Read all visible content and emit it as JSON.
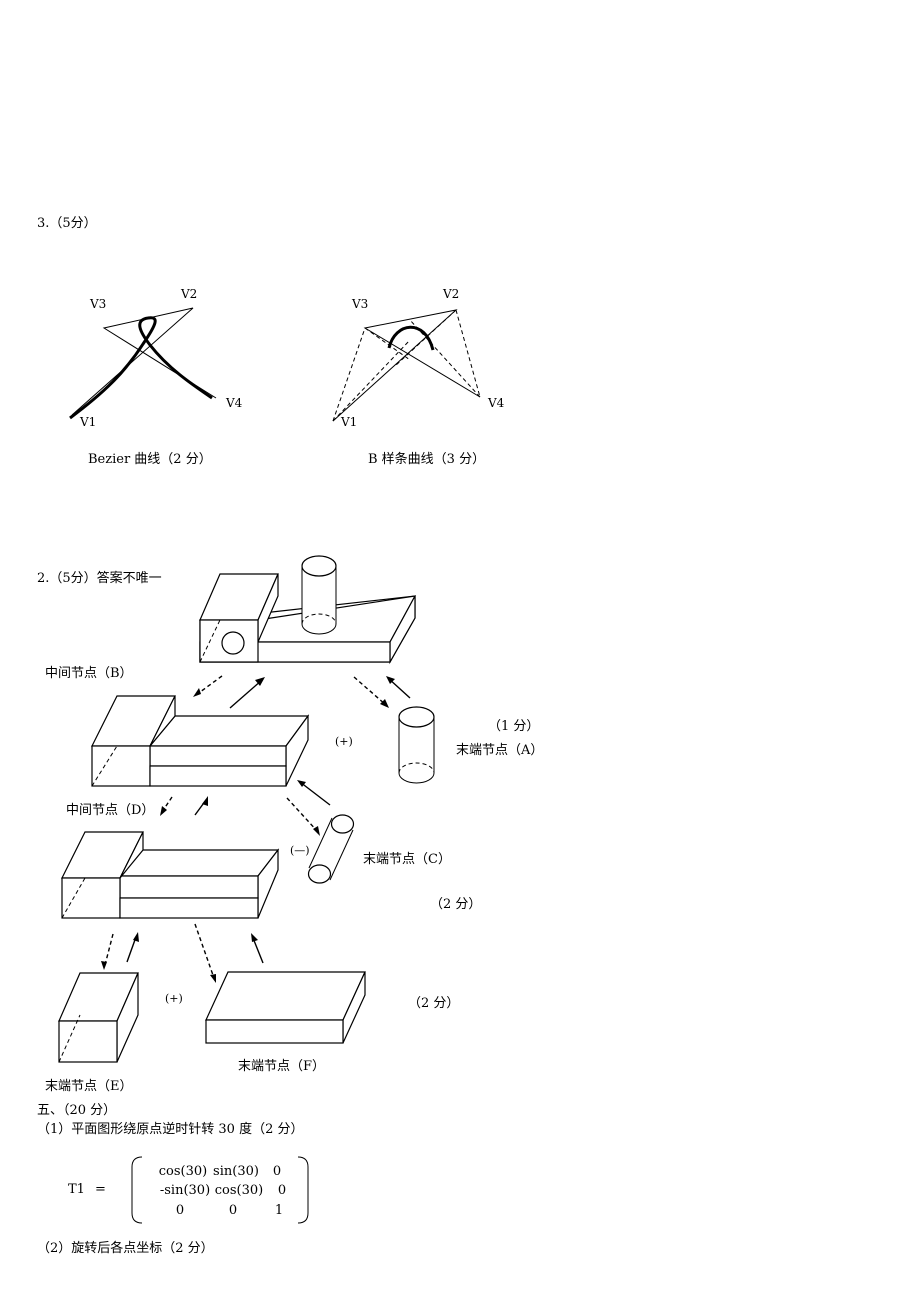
{
  "q3": {
    "heading": "3.（5分）",
    "bezier": {
      "v1": "V1",
      "v2": "V2",
      "v3": "V3",
      "v4": "V4",
      "caption": "Bezier 曲线（2 分）"
    },
    "bspline": {
      "v1": "V1",
      "v2": "V2",
      "v3": "V3",
      "v4": "V4",
      "caption": "B 样条曲线（3 分）"
    }
  },
  "q2": {
    "heading": "2.（5分）答案不唯一",
    "node_b": "中间节点（B）",
    "node_a": "末端节点（A）",
    "node_d": "中间节点（D）",
    "node_c": "末端节点（C）",
    "node_e": "末端节点（E）",
    "node_f": "末端节点（F）",
    "op_plus_1": "(+)",
    "op_minus": "(—)",
    "op_plus_2": "(+)",
    "score_1": "（1 分）",
    "score_2": "（2 分）",
    "score_3": "（2 分）"
  },
  "q5": {
    "heading": "五、（20 分）",
    "step1": "（1）平面图形绕原点逆时针转 30 度（2 分）",
    "matrix_name": "T1",
    "equals": "=",
    "matrix": [
      [
        "cos(30)",
        "sin(30)",
        "0"
      ],
      [
        "-sin(30)",
        "cos(30)",
        "0"
      ],
      [
        "0",
        "0",
        "1"
      ]
    ],
    "step2": "（2）旋转后各点坐标（2 分）"
  }
}
